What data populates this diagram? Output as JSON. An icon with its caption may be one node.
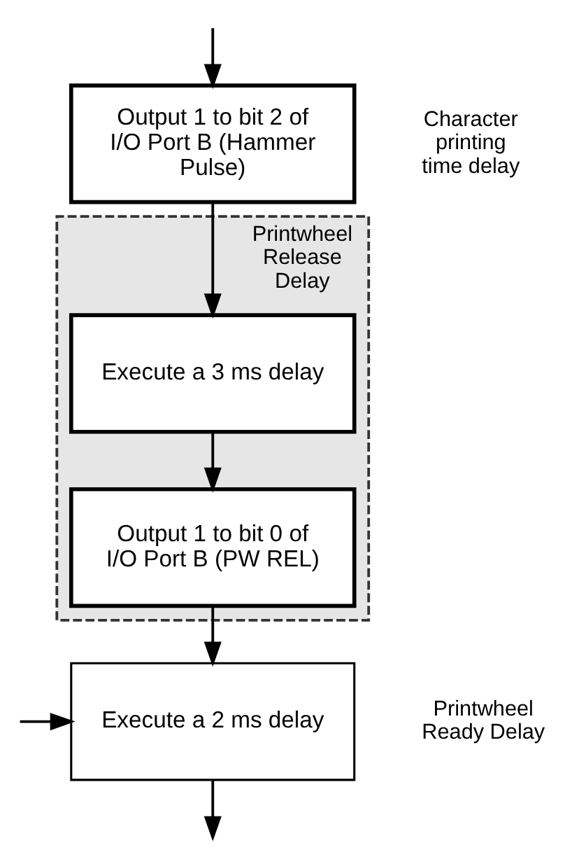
{
  "diagram": {
    "nodes": [
      {
        "text": [
          "Output 1 to bit 2 of I/O Port B (Hammer Pulse)"
        ],
        "beside": [
          "Character printing time delay"
        ]
      },
      {
        "text": [
          "Printwheel Release Delay"
        ]
      },
      {
        "text": [
          "Execute a 3 ms delay"
        ],
        "in": 1
      },
      {
        "text": [
          "Output 1 to bit 0 of I/O Port B (PW REL)"
        ],
        "in": 1
      },
      {
        "text": [
          "Execute a 2 ms delay"
        ],
        "beside": [
          "Printwheel Ready Delay"
        ]
      }
    ],
    "edges": [
      {
        "from": null,
        "to": 0,
        "arrow": "to"
      },
      {
        "from": 0,
        "to": 2,
        "arrow": "to"
      },
      {
        "from": 2,
        "to": 3,
        "arrow": "to"
      },
      {
        "from": 3,
        "to": 4,
        "arrow": "to"
      },
      {
        "from": 4,
        "to": null,
        "arrow": "to"
      },
      {
        "from": null,
        "to": 4,
        "arrow": "to"
      }
    ]
  }
}
